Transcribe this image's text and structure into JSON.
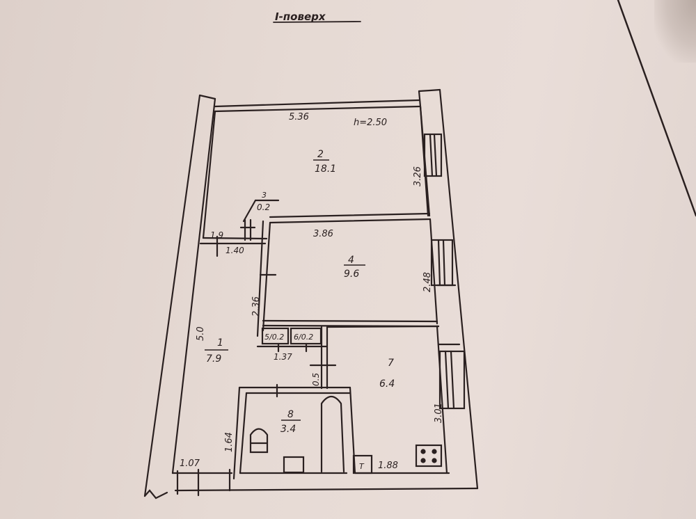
{
  "title": "I-поверх",
  "ceiling_height_label": "h=2.50",
  "rooms": [
    {
      "number": "1",
      "area": "7.9"
    },
    {
      "number": "2",
      "area": "18.1"
    },
    {
      "number": "3",
      "area": "0.2"
    },
    {
      "number": "4",
      "area": "9.6"
    },
    {
      "number": "5",
      "area": "0.2"
    },
    {
      "number": "6",
      "area": "0.2"
    },
    {
      "number": "7",
      "area": "6.4"
    },
    {
      "number": "8",
      "area": "3.4"
    }
  ],
  "dimensions": {
    "room2_width": "5.36",
    "room2_depth": "3.26",
    "room4_width": "3.86",
    "room4_depth": "2.48",
    "room4_left": "2.36",
    "corridor_len": "5.0",
    "corridor_width": "1.40",
    "corridor_small": "1.9",
    "closets_width": "1.37",
    "kitchen_depth": "3.01",
    "kitchen_width": "1.88",
    "bath_side": "1.64",
    "entry_width": "1.07",
    "wall_small": "0.5"
  },
  "colors": {
    "paper": "#e6dad4",
    "ink": "#2a2020"
  }
}
